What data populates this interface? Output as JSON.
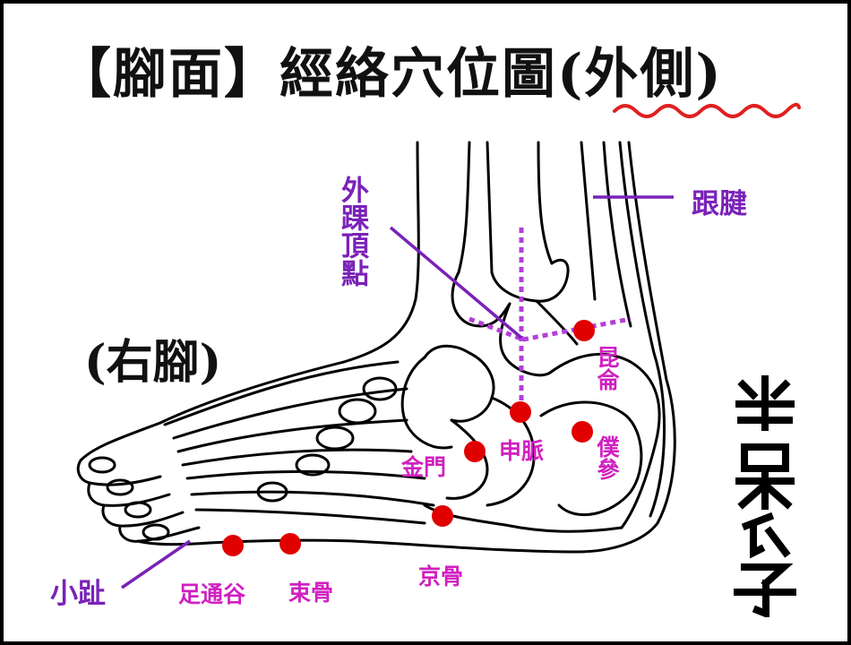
{
  "title": "【腳面】經絡穴位圖(外側)",
  "side_note": "(右腳)",
  "colors": {
    "point": "#e00000",
    "label_purple": "#7a22b8",
    "label_magenta": "#d020c0",
    "guide_dotted": "#b23fd8",
    "underline": "#e02020"
  },
  "landmarks": {
    "outer_ankle_top": "外踝頂點",
    "heel_tendon": "跟腱",
    "little_toe": "小趾"
  },
  "points": [
    {
      "id": "kunlun",
      "label": "昆侖"
    },
    {
      "id": "shenmai",
      "label": "申脈"
    },
    {
      "id": "pucan",
      "label": "僕參"
    },
    {
      "id": "jinmen",
      "label": "金門"
    },
    {
      "id": "jinggu",
      "label": "京骨"
    },
    {
      "id": "shugu",
      "label": "束骨"
    },
    {
      "id": "zutonggu",
      "label": "足通谷"
    }
  ]
}
